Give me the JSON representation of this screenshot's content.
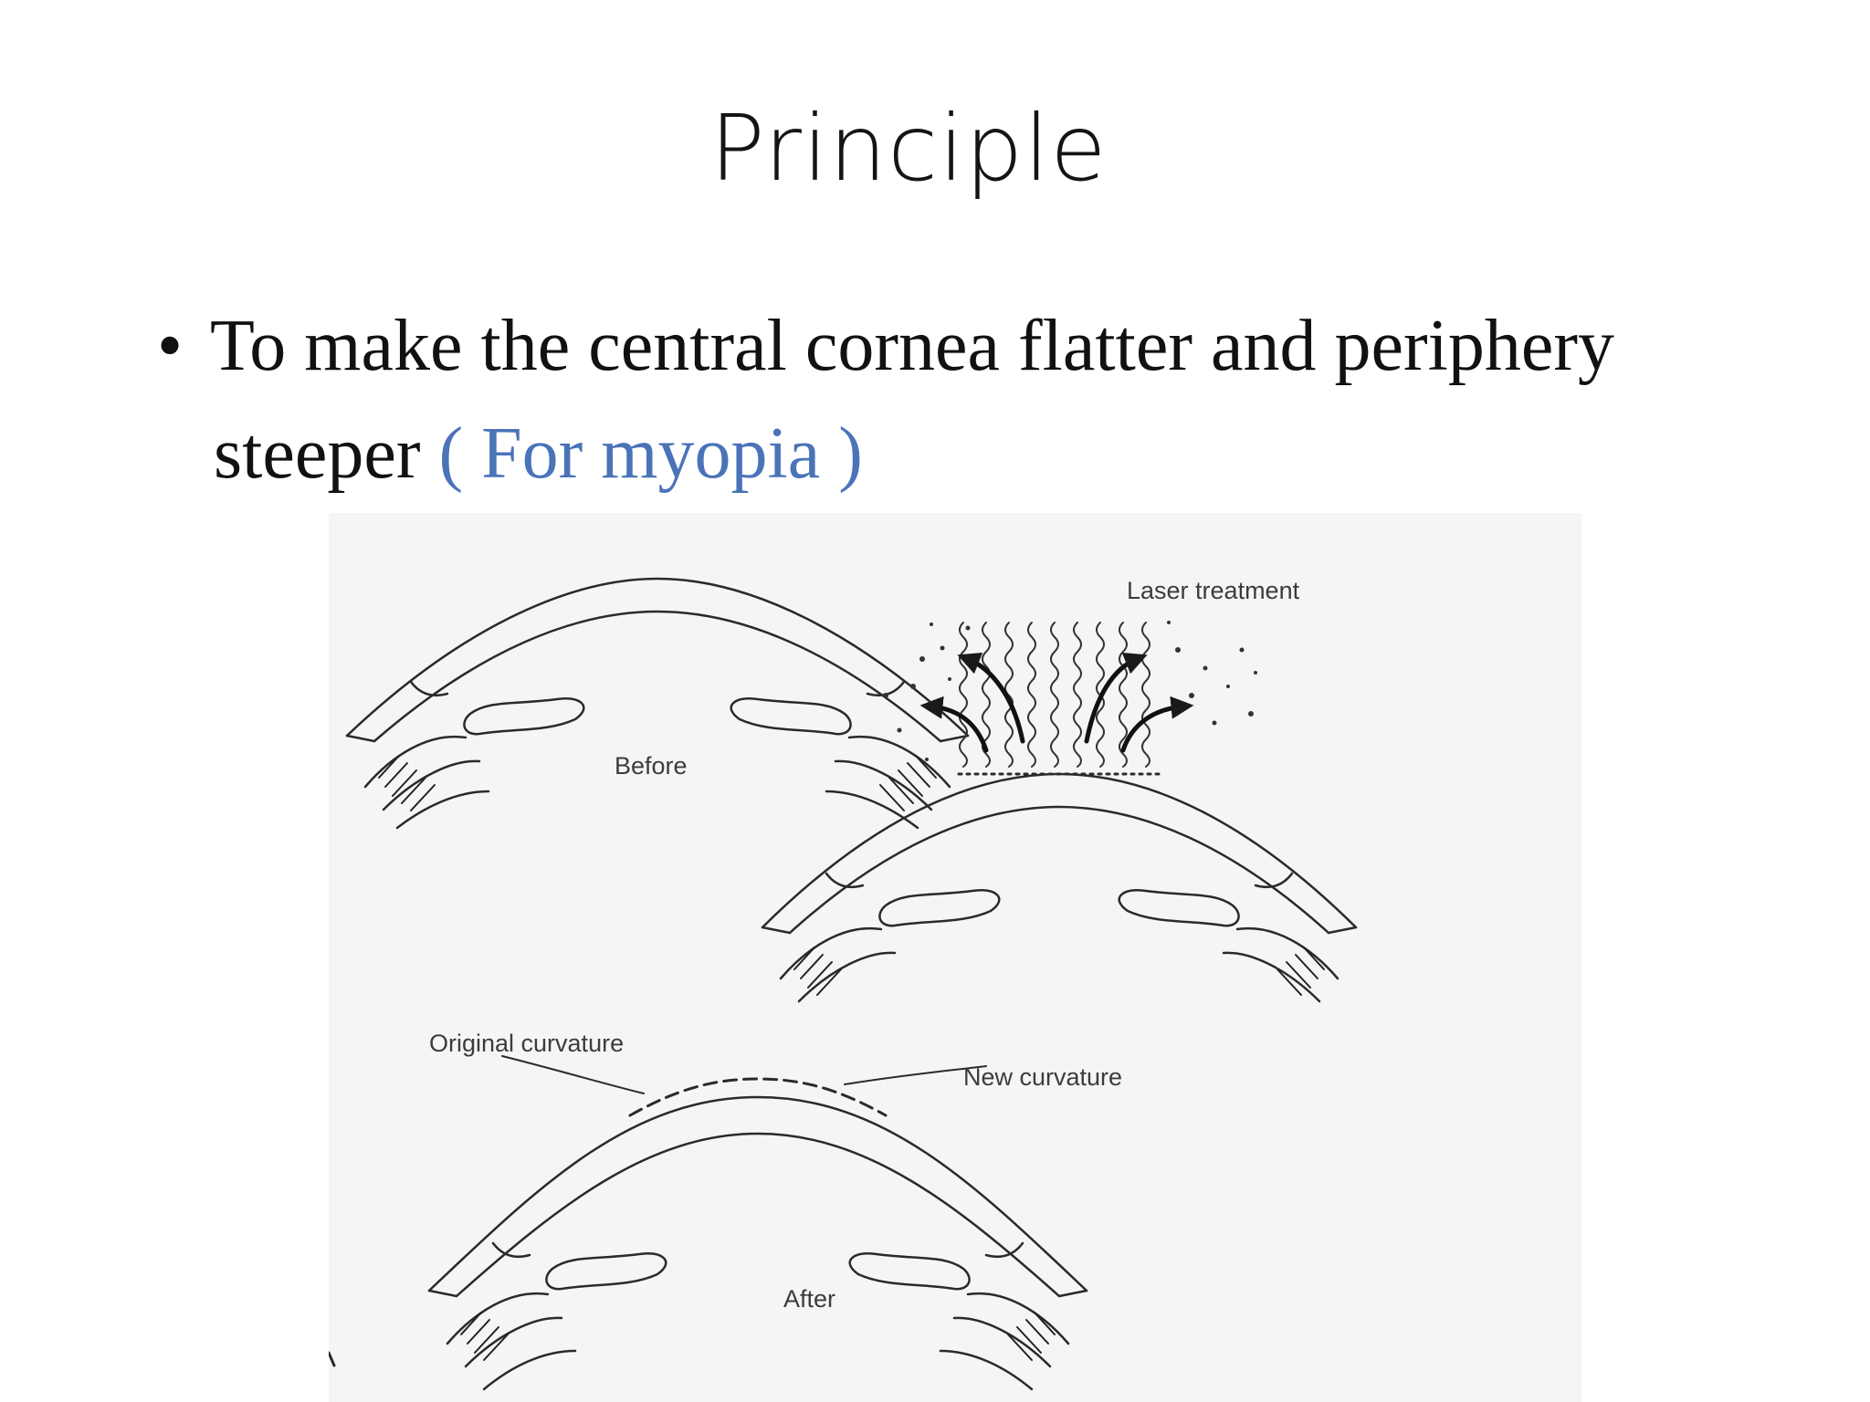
{
  "slide": {
    "title": "Principle",
    "bullet_marker": "•",
    "bullet_line1": "To make the central cornea flatter and periphery",
    "bullet_line2_main": "steeper",
    "bullet_line2_accent": "( For myopia )",
    "accent_color": "#4a73b8"
  },
  "figure": {
    "labels": {
      "laser": "Laser treatment",
      "before": "Before",
      "original": "Original curvature",
      "new": "New curvature",
      "after": "After"
    },
    "icons": [
      "laser-wave-icon",
      "ablation-arrow-icon"
    ]
  }
}
